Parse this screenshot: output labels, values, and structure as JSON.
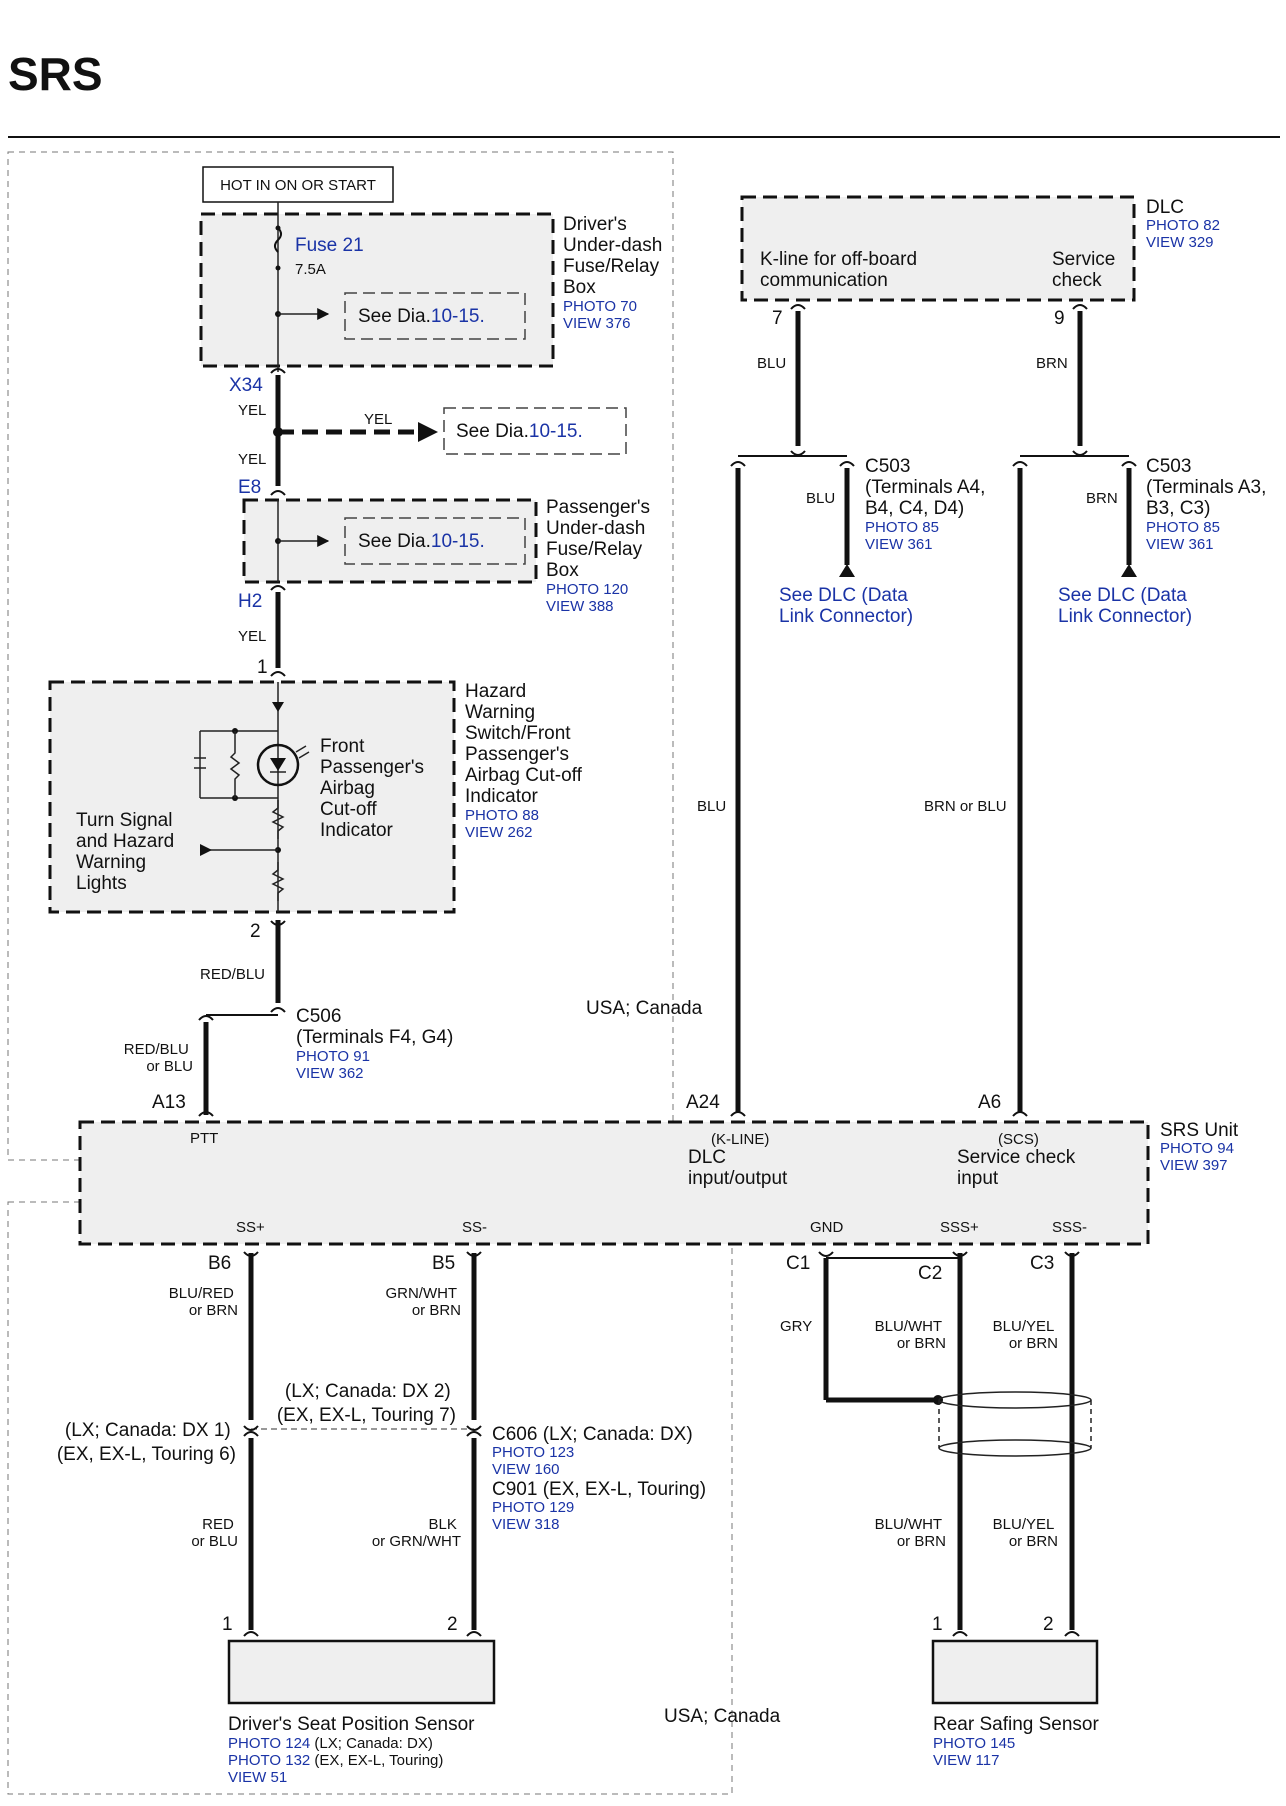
{
  "page": {
    "title": "SRS"
  },
  "top_label": "HOT IN ON OR START",
  "drivers_box": {
    "name_lines": [
      "Driver's",
      "Under-dash",
      "Fuse/Relay",
      "Box"
    ],
    "photo": "PHOTO 70",
    "view": "VIEW 376",
    "fuse": "Fuse 21",
    "fuse_rating": "7.5A",
    "see_dia_text": "See Dia.",
    "see_dia_link": "10-15."
  },
  "x34": {
    "connector": "X34",
    "wire_color": "YEL",
    "branch_color": "YEL",
    "branch_see_text": "See Dia.",
    "branch_see_link": "10-15."
  },
  "e8": {
    "connector": "E8",
    "wire_color": "YEL"
  },
  "passengers_box": {
    "name_lines": [
      "Passenger's",
      "Under-dash",
      "Fuse/Relay",
      "Box"
    ],
    "photo": "PHOTO 120",
    "view": "VIEW 388",
    "see_dia_text": "See Dia.",
    "see_dia_link": "10-15."
  },
  "h2": {
    "connector": "H2",
    "wire_color": "YEL"
  },
  "hazard_box": {
    "name_lines": [
      "Hazard",
      "Warning",
      "Switch/Front",
      "Passenger's",
      "Airbag Cut-off",
      "Indicator"
    ],
    "photo": "PHOTO 88",
    "view": "VIEW 262",
    "pin_top": "1",
    "pin_bottom": "2",
    "indicator_lines": [
      "Front",
      "Passenger's",
      "Airbag",
      "Cut-off",
      "Indicator"
    ],
    "turn_lines": [
      "Turn Signal",
      "and Hazard",
      "Warning",
      "Lights"
    ]
  },
  "red_blu_wire": "RED/BLU",
  "c506": {
    "name": "C506",
    "terminals": "(Terminals F4, G4)",
    "photo": "PHOTO 91",
    "view": "VIEW 362",
    "wire_lines": [
      "RED/BLU",
      "or BLU"
    ]
  },
  "region_label_top": "USA; Canada",
  "region_label_bottom": "USA; Canada",
  "dlc": {
    "name": "DLC",
    "photo": "PHOTO 82",
    "view": "VIEW 329",
    "kline_lines": [
      "K-line for off-board",
      "communication"
    ],
    "service_lines": [
      "Service",
      "check"
    ],
    "pin_left": "7",
    "pin_right": "9",
    "wire_left": "BLU",
    "wire_right": "BRN"
  },
  "c503_left": {
    "name": "C503",
    "term_lines": [
      "(Terminals A4,",
      "B4, C4, D4)"
    ],
    "photo": "PHOTO 85",
    "view": "VIEW 361",
    "wire": "BLU",
    "see_lines": [
      "See DLC (Data",
      "Link Connector)"
    ]
  },
  "c503_right": {
    "name": "C503",
    "term_lines": [
      "(Terminals A3,",
      "B3, C3)"
    ],
    "photo": "PHOTO 85",
    "view": "VIEW 361",
    "wire": "BRN",
    "see_lines": [
      "See DLC (Data",
      "Link Connector)"
    ]
  },
  "long_wires": {
    "left": "BLU",
    "right": "BRN or BLU"
  },
  "srs_unit": {
    "name": "SRS Unit",
    "photo": "PHOTO 94",
    "view": "VIEW 397",
    "ptt": "PTT",
    "kline": "(K-LINE)",
    "dlc_lines": [
      "DLC",
      "input/output"
    ],
    "scs": "(SCS)",
    "scs_lines": [
      "Service check",
      "input"
    ],
    "ss_plus": "SS+",
    "ss_minus": "SS-",
    "gnd": "GND",
    "sss_plus": "SSS+",
    "sss_minus": "SSS-",
    "pins": {
      "a13": "A13",
      "a24": "A24",
      "a6": "A6",
      "b6": "B6",
      "b5": "B5",
      "c1": "C1",
      "c2": "C2",
      "c3": "C3"
    }
  },
  "lower_left": {
    "b6_wire": [
      "BLU/RED",
      "or BRN"
    ],
    "b5_wire": [
      "GRN/WHT",
      "or BRN"
    ],
    "pin_note_left": [
      "(LX; Canada: DX 1)",
      "(EX, EX-L, Touring 6)"
    ],
    "pin_note_right": [
      "(LX; Canada: DX 2)",
      "(EX, EX-L, Touring 7)"
    ],
    "c606": "C606 (LX; Canada: DX)",
    "c606_photo": "PHOTO 123",
    "c606_view": "VIEW 160",
    "c901": "C901 (EX, EX-L, Touring)",
    "c901_photo": "PHOTO 129",
    "c901_view": "VIEW 318",
    "lower_left_wire": [
      "RED",
      "or BLU"
    ],
    "lower_right_wire": [
      "BLK",
      "or  GRN/WHT"
    ],
    "sensor_pin1": "1",
    "sensor_pin2": "2",
    "sensor_name": "Driver's Seat Position Sensor",
    "sensor_photo1": "PHOTO 124",
    "sensor_photo1_note": " (LX; Canada: DX)",
    "sensor_photo2": "PHOTO 132",
    "sensor_photo2_note": " (EX, EX-L, Touring)",
    "sensor_view": "VIEW 51"
  },
  "lower_right": {
    "gry": "GRY",
    "c2_wire": [
      "BLU/WHT",
      "or BRN"
    ],
    "c3_wire": [
      "BLU/YEL",
      "or BRN"
    ],
    "low_c2_wire": [
      "BLU/WHT",
      "or BRN"
    ],
    "low_c3_wire": [
      "BLU/YEL",
      "or BRN"
    ],
    "sensor_pin1": "1",
    "sensor_pin2": "2",
    "sensor_name": "Rear Safing Sensor",
    "sensor_photo": "PHOTO 145",
    "sensor_view": "VIEW 117"
  }
}
